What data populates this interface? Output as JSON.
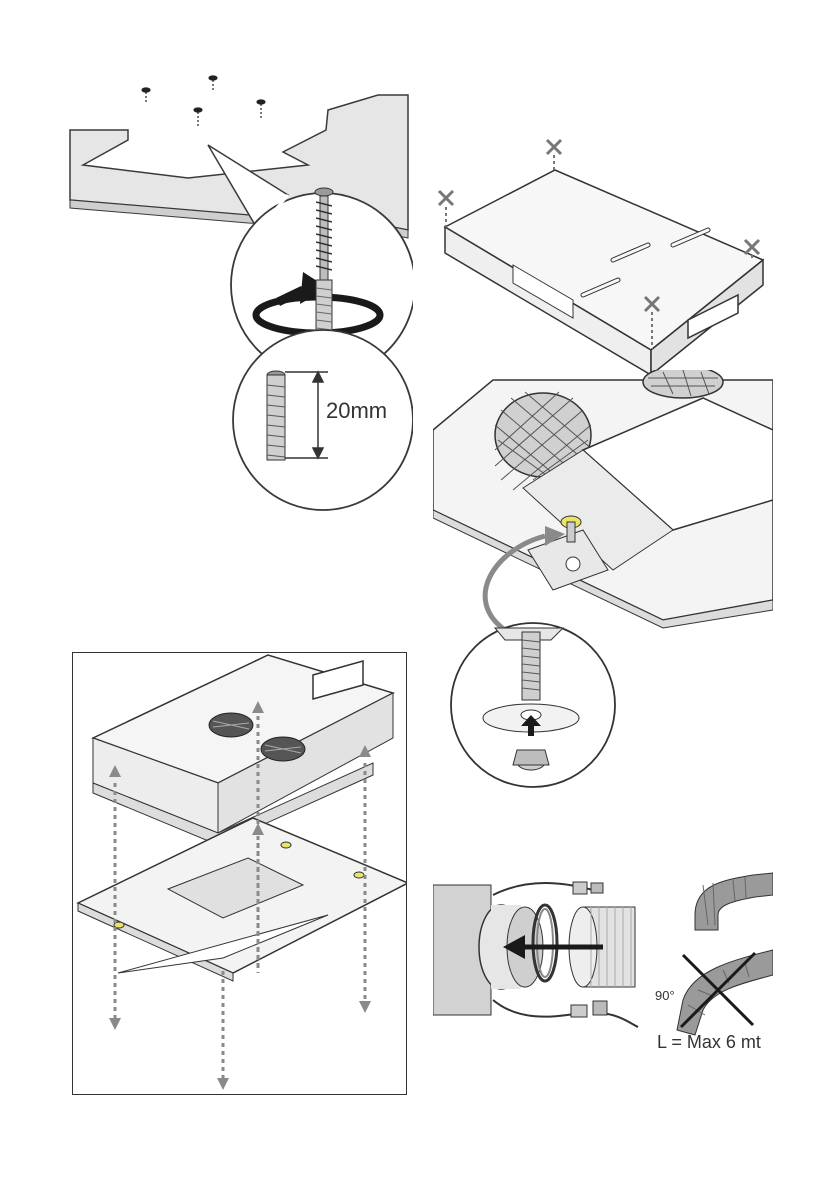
{
  "figures": {
    "screw_detail": {
      "dimension_label": "20mm"
    },
    "duct_connection": {
      "angle_label": "90°",
      "length_label": "L = Max 6 mt"
    }
  },
  "colors": {
    "line": "#3a3a3a",
    "panel_fill": "#e6e6e6",
    "arrow": "#8a8a8a",
    "washer": "#e9e36a"
  },
  "icons": [
    "screw-icon",
    "rotate-arrow-icon",
    "cross-mark-icon",
    "dashed-arrow-icon",
    "forbidden-cross-icon"
  ]
}
